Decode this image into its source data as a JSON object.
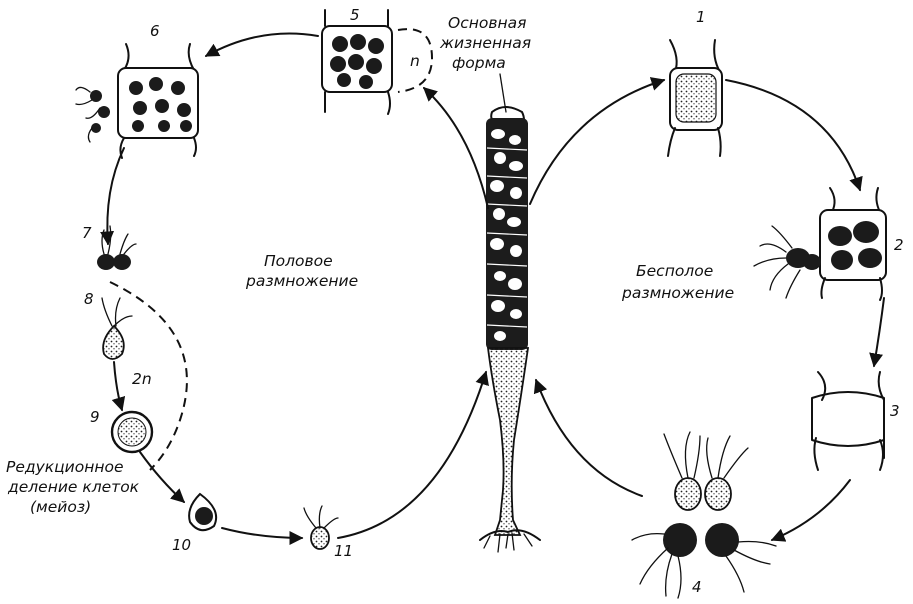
{
  "labels": {
    "main_form": [
      "Основная",
      "жизненная",
      "форма"
    ],
    "sexual": [
      "Половое",
      "размножение"
    ],
    "asexual": [
      "Бесполое",
      "размножение"
    ],
    "meiosis": [
      "Редукционное",
      "деление клеток",
      "(мейоз)"
    ],
    "ploidy_n": "n",
    "ploidy_2n": "2n"
  },
  "stages": [
    "1",
    "2",
    "3",
    "4",
    "5",
    "6",
    "7",
    "8",
    "9",
    "10",
    "11"
  ]
}
